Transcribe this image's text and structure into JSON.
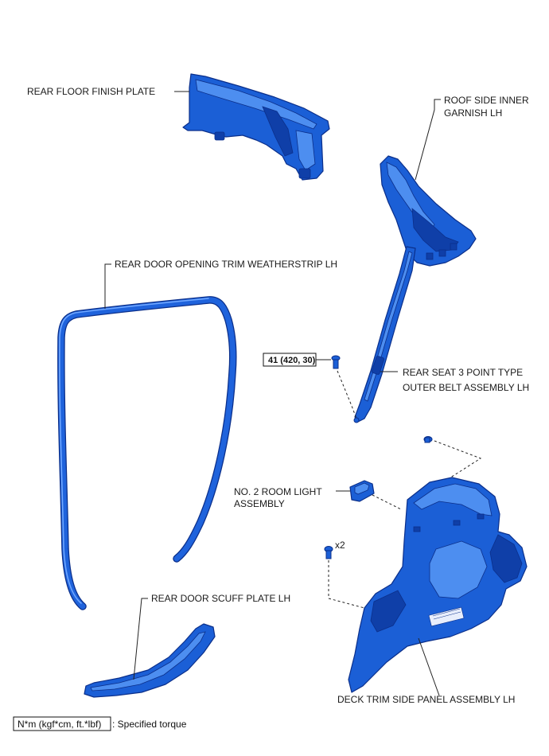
{
  "labels": {
    "rear_floor_finish_plate": "REAR FLOOR FINISH PLATE",
    "roof_side_inner_garnish_line1": "ROOF SIDE INNER",
    "roof_side_inner_garnish_line2": "GARNISH LH",
    "rear_door_opening_trim": "REAR DOOR OPENING TRIM WEATHERSTRIP LH",
    "rear_seat_belt_line1": "REAR SEAT 3 POINT TYPE",
    "rear_seat_belt_line2": "OUTER BELT ASSEMBLY LH",
    "no2_room_light_line1": "NO. 2 ROOM LIGHT",
    "no2_room_light_line2": "ASSEMBLY",
    "rear_door_scuff_plate": "REAR DOOR SCUFF PLATE LH",
    "deck_trim_side_panel": "DECK TRIM SIDE PANEL ASSEMBLY LH"
  },
  "torque": {
    "value": "41 (420, 30)"
  },
  "quantity": {
    "clip_count": "x2"
  },
  "legend": {
    "units": "N*m (kgf*cm, ft.*lbf)",
    "description": ": Specified torque"
  },
  "colors": {
    "part_fill": "#1b5fd6",
    "part_outline": "#0b2f8a"
  }
}
